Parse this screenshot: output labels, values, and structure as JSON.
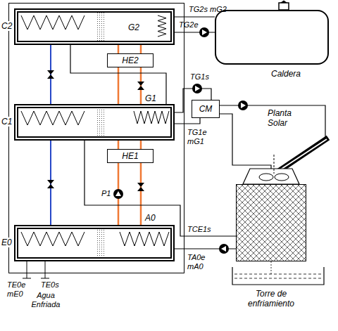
{
  "diagram": {
    "nodes": [
      {
        "text": [
          "C2",
          "G2"
        ]
      },
      {
        "text": [
          "C1",
          "G1"
        ]
      },
      {
        "text": [
          "E0",
          "A0"
        ]
      },
      {
        "text": [
          "HE2"
        ]
      },
      {
        "text": [
          "HE1"
        ]
      },
      {
        "text": [
          "CM"
        ]
      },
      {
        "text": [
          "Caldera"
        ]
      },
      {
        "text": [
          "Planta Solar"
        ]
      },
      {
        "text": [
          "Torre de enfriamiento"
        ]
      }
    ],
    "edges": [
      {
        "from": 0,
        "to": 3,
        "arrow": "none"
      },
      {
        "from": 3,
        "to": 1,
        "arrow": "none"
      },
      {
        "from": 1,
        "to": 4,
        "arrow": "none"
      },
      {
        "from": 4,
        "to": 2,
        "arrow": "none"
      },
      {
        "from": 0,
        "to": 1,
        "arrow": "none"
      },
      {
        "from": 1,
        "to": 2,
        "arrow": "none"
      },
      {
        "from": 0,
        "to": 1,
        "arrow": "none"
      },
      {
        "from": 0,
        "to": 6,
        "arrow": "none"
      },
      {
        "from": 1,
        "to": 5,
        "arrow": "none"
      },
      {
        "from": 5,
        "to": 7,
        "arrow": "none"
      },
      {
        "from": 1,
        "to": 8,
        "arrow": "none"
      },
      {
        "from": 8,
        "to": 2,
        "arrow": "none"
      }
    ],
    "labels": [
      "TG2s",
      "mG2",
      "TG2e",
      "TG1s",
      "TG1e",
      "mG1",
      "P1",
      "TCE1s",
      "TA0e",
      "mA0",
      "TE0e",
      "mE0",
      "Agua Enfriada",
      "TE0s"
    ]
  }
}
